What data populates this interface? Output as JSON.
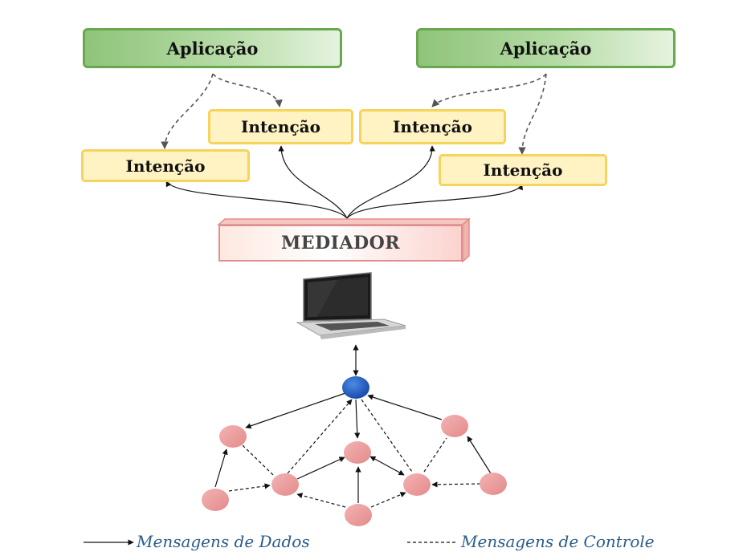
{
  "applications": [
    {
      "label": "Aplicação"
    },
    {
      "label": "Aplicação"
    }
  ],
  "intents": [
    {
      "label": "Intenção"
    },
    {
      "label": "Intenção"
    },
    {
      "label": "Intenção"
    },
    {
      "label": "Intenção"
    }
  ],
  "mediator": {
    "label": "MEDIADOR"
  },
  "legend": {
    "data_messages": "Mensagens de Dados",
    "control_messages": "Mensagens de Controle"
  },
  "colors": {
    "app_border": "#6aa84f",
    "intent_border": "#f6d35a",
    "mediator_border": "#e08f8f",
    "node_fill": "#ec9a9a",
    "controller_fill": "#1d5fc7",
    "legend_text": "#2b5d8a"
  }
}
